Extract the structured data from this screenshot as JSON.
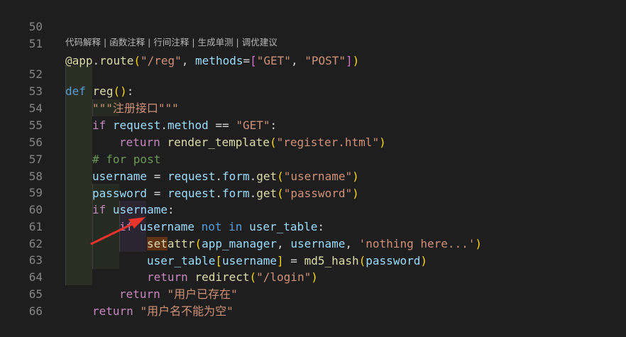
{
  "line_numbers": [
    "50",
    "51",
    "52",
    "53",
    "54",
    "55",
    "56",
    "57",
    "58",
    "59",
    "60",
    "61",
    "62",
    "63",
    "64",
    "65",
    "66"
  ],
  "codelens": {
    "action_1": "代码解释",
    "action_2": "函数注释",
    "action_3": "行间注释",
    "action_4": "生成单测",
    "action_5": "调优建议",
    "separator": " | "
  },
  "code": {
    "l51": {
      "decorator": "@app",
      "dot": ".",
      "route": "route",
      "p_open": "(",
      "route_str": "\"/reg\"",
      "comma1": ", ",
      "methods": "methods",
      "eq": "=",
      "b_open": "[",
      "get_str": "\"GET\"",
      "comma2": ", ",
      "post_str": "\"POST\"",
      "b_close": "]",
      "p_close": ")"
    },
    "l52": {
      "def": "def",
      "name": "reg",
      "parens": "()",
      "colon": ":"
    },
    "l53": {
      "docstring": "\"\"\"注册接口\"\"\""
    },
    "l54": {
      "if": "if",
      "request": "request",
      "dot": ".",
      "method": "method",
      "eq": " == ",
      "get": "\"GET\"",
      "colon": ":"
    },
    "l55": {
      "ret": "return",
      "fn": "render_template",
      "p_open": "(",
      "str": "\"register.html\"",
      "p_close": ")"
    },
    "l56": {
      "comment": "# for post"
    },
    "l57": {
      "var": "username",
      "eq": " = ",
      "request": "request",
      "d1": ".",
      "form": "form",
      "d2": ".",
      "get": "get",
      "p_open": "(",
      "str": "\"username\"",
      "p_close": ")"
    },
    "l58": {
      "var": "password",
      "eq": " = ",
      "request": "request",
      "d1": ".",
      "form": "form",
      "d2": ".",
      "get": "get",
      "p_open": "(",
      "str": "\"password\"",
      "p_close": ")"
    },
    "l59": {
      "if": "if",
      "var": "username",
      "colon": ":"
    },
    "l60": {
      "if": "if",
      "var": "username",
      "not": "not",
      "in": "in",
      "table": "user_table",
      "colon": ":"
    },
    "l61": {
      "set": "set",
      "attr": "attr",
      "p_open": "(",
      "a1": "app_manager",
      "c1": ", ",
      "a2": "username",
      "c2": ", ",
      "str": "'nothing here...'",
      "p_close": ")"
    },
    "l62": {
      "table": "user_table",
      "b_open": "[",
      "key": "username",
      "b_close": "]",
      "eq": " = ",
      "fn": "md5_hash",
      "p_open": "(",
      "arg": "password",
      "p_close": ")"
    },
    "l63": {
      "ret": "return",
      "fn": "redirect",
      "p_open": "(",
      "str": "\"/login\"",
      "p_close": ")"
    },
    "l64": {
      "ret": "return",
      "str": "\"用户已存在\""
    },
    "l65": {
      "ret": "return",
      "str": "\"用户名不能为空\""
    }
  },
  "annotation": {
    "arrow_color": "#e8342c"
  },
  "colors": {
    "background": "#1e1e1e",
    "line_number": "#858585",
    "keyword": "#569cd6",
    "control": "#c586c0",
    "function": "#dcdcaa",
    "variable": "#9cdcfe",
    "string": "#ce9178",
    "comment": "#6a9955",
    "bracket_1": "#ffd700",
    "bracket_2": "#da70d6",
    "bracket_3": "#179fff",
    "highlight": "#613214"
  }
}
